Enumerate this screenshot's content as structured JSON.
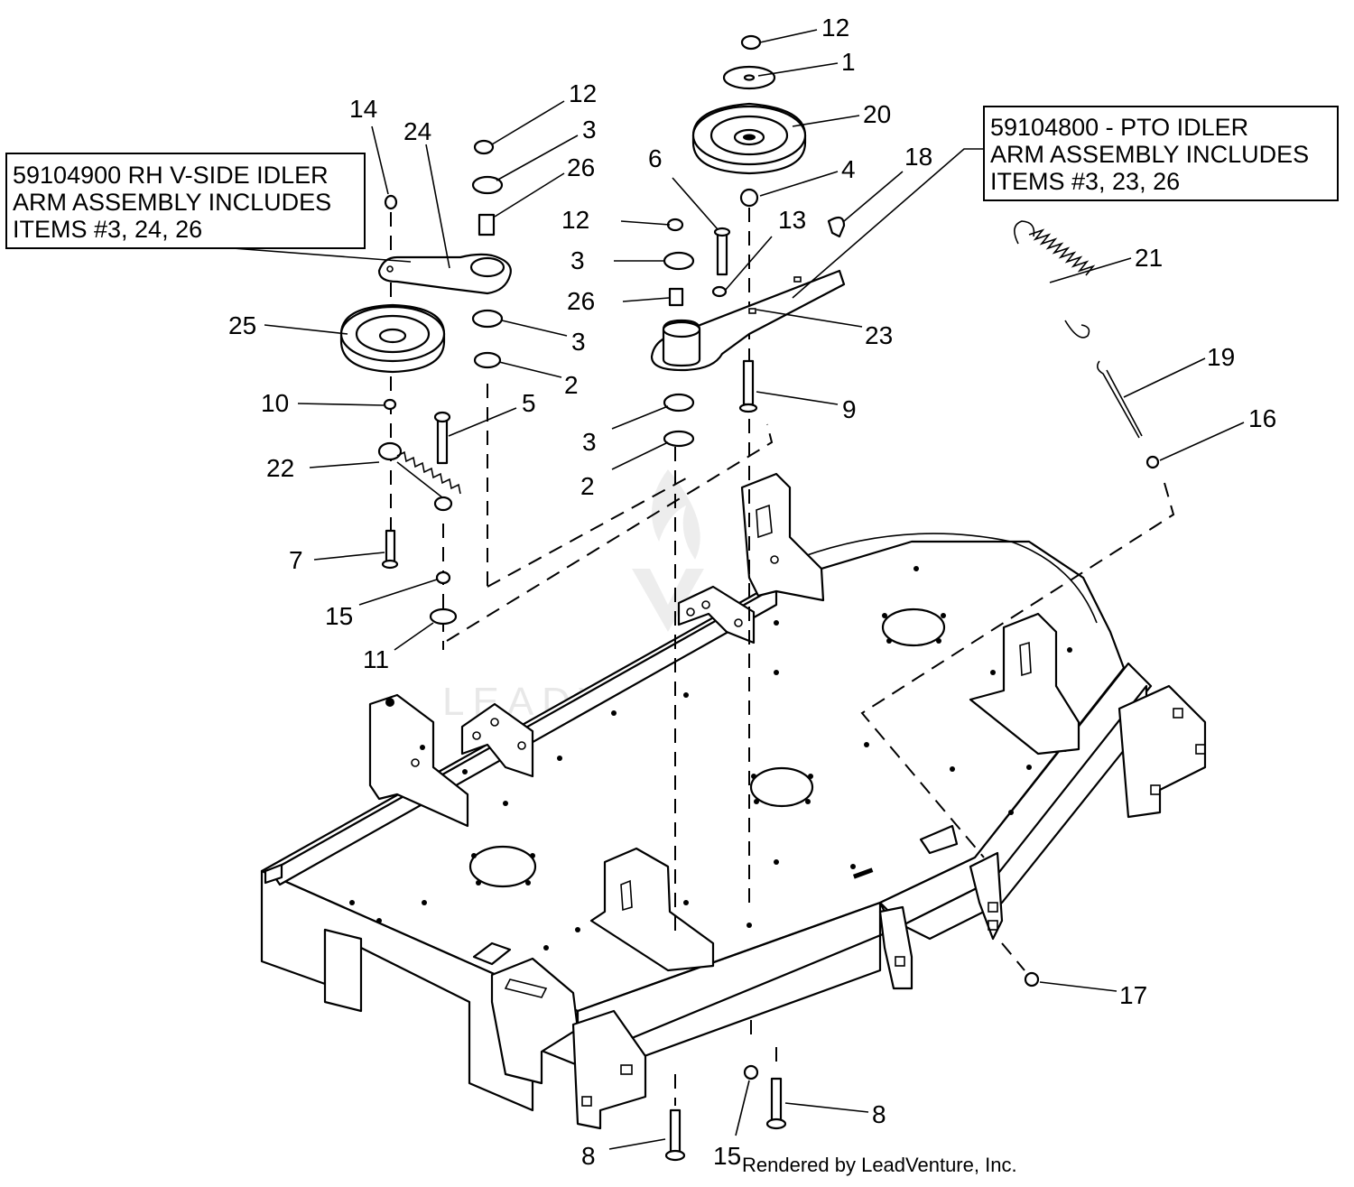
{
  "callouts": {
    "rh_idler": {
      "line1": "59104900 RH V-SIDE IDLER",
      "line2": "ARM ASSEMBLY INCLUDES",
      "line3": "ITEMS #3, 24, 26"
    },
    "pto_idler": {
      "line1": "59104800 - PTO IDLER",
      "line2": "ARM ASSEMBLY INCLUDES",
      "line3": "ITEMS #3, 23, 26"
    }
  },
  "part_labels": [
    "12",
    "1",
    "20",
    "12",
    "3",
    "26",
    "14",
    "24",
    "6",
    "4",
    "18",
    "12",
    "13",
    "3",
    "21",
    "26",
    "25",
    "3",
    "23",
    "2",
    "19",
    "10",
    "5",
    "9",
    "16",
    "3",
    "22",
    "2",
    "7",
    "15",
    "11",
    "17",
    "8",
    "8",
    "15"
  ],
  "watermark": "LEADVENTURE",
  "footer": "Rendered by LeadVenture, Inc."
}
